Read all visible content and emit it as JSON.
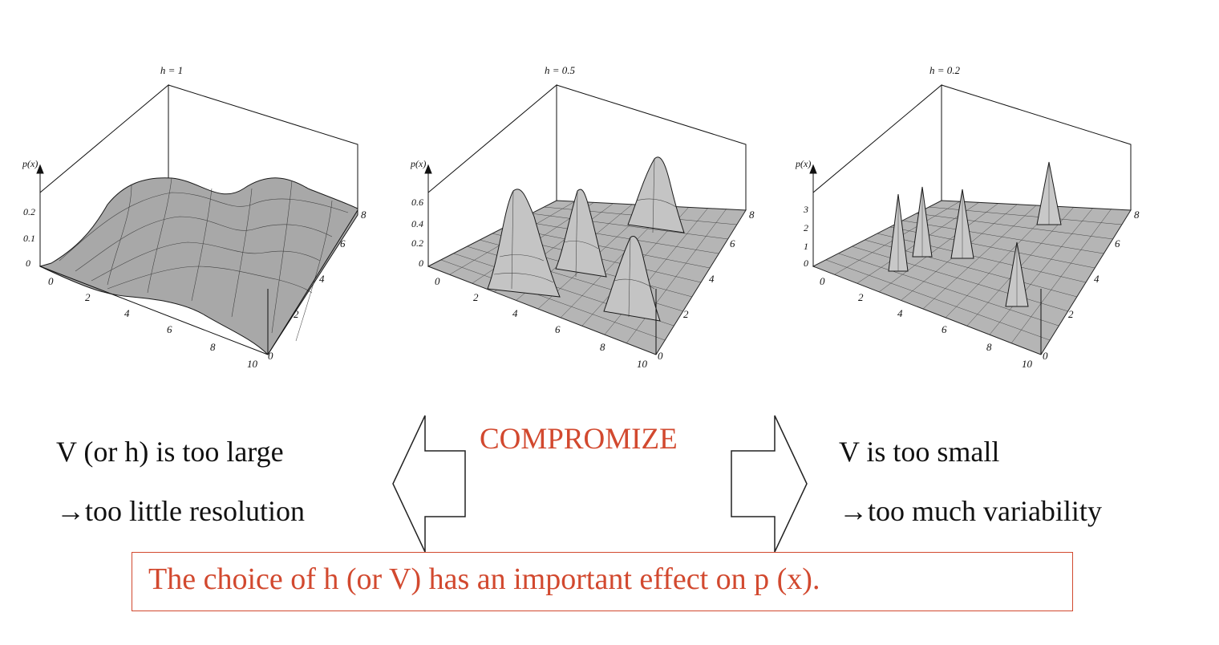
{
  "plots": [
    {
      "title": "h = 1",
      "zlabel": "p(x)",
      "z_ticks": [
        "0",
        "0.1",
        "0.2"
      ],
      "x_ticks": [
        "0",
        "2",
        "4",
        "6",
        "8",
        "10"
      ],
      "y_ticks": [
        "0",
        "2",
        "4",
        "6",
        "8"
      ],
      "surface": "smooth broad"
    },
    {
      "title": "h = 0.5",
      "zlabel": "p(x)",
      "z_ticks": [
        "0",
        "0.2",
        "0.4",
        "0.6"
      ],
      "x_ticks": [
        "0",
        "2",
        "4",
        "6",
        "8",
        "10"
      ],
      "y_ticks": [
        "0",
        "2",
        "4",
        "6",
        "8"
      ],
      "surface": "medium peaks"
    },
    {
      "title": "h = 0.2",
      "zlabel": "p(x)",
      "z_ticks": [
        "0",
        "1",
        "2",
        "3"
      ],
      "x_ticks": [
        "0",
        "2",
        "4",
        "6",
        "8",
        "10"
      ],
      "y_ticks": [
        "0",
        "2",
        "4",
        "6",
        "8"
      ],
      "surface": "sharp spikes"
    }
  ],
  "left_text": {
    "line1": "V (or h) is too large",
    "line2": "→too little resolution"
  },
  "right_text": {
    "line1": "V is too small",
    "line2": "→too much variability"
  },
  "compromise": "COMPROMIZE",
  "conclusion": "The choice of h (or V) has an important effect on p (x).",
  "colors": {
    "accent": "#d2492f",
    "surface": "#a8a8a8",
    "mesh": "#1a1a1a"
  }
}
